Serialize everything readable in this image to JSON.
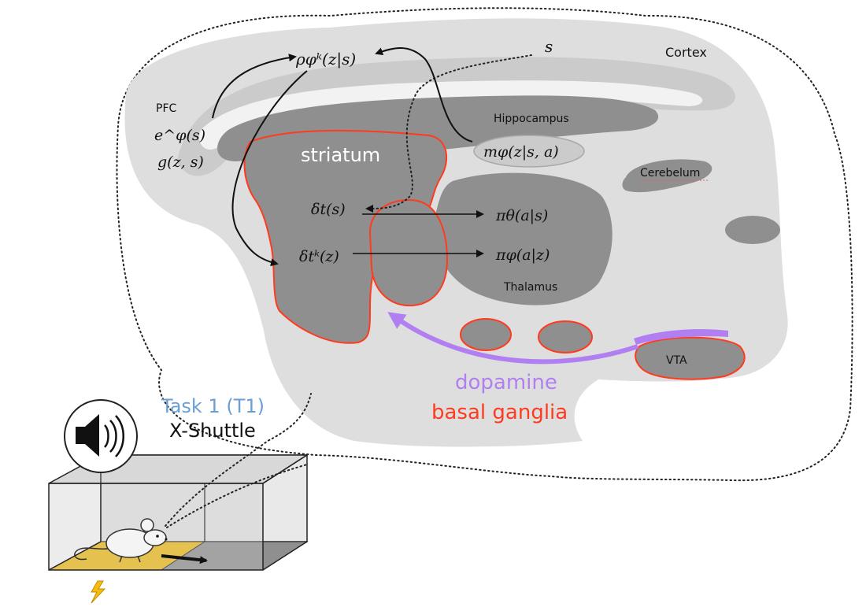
{
  "regions": {
    "cortex": "Cortex",
    "hippocampus": "Hippocampus",
    "cerebellum": "Cerebelum",
    "striatum": "striatum",
    "thalamus": "Thalamus",
    "vta": "VTA",
    "pfc": "PFC"
  },
  "formulas": {
    "rho": "ρφᵏ(z|s)",
    "s": "s",
    "e_phi": "e^φ(s)",
    "g": "g(z, s)",
    "m": "mφ(z|s, a)",
    "delta_s": "δt(s)",
    "delta_z": "δtᵏ(z)",
    "pi_theta": "πθ(a|s)",
    "pi_phi": "πφ(a|z)"
  },
  "labels": {
    "dopamine": "dopamine",
    "basal_ganglia": "basal ganglia",
    "task": "Task 1 (T1)",
    "task_name": "X-Shuttle"
  },
  "colors": {
    "brain_light": "#dedede",
    "cortex_band": "#cbcbcb",
    "gray_dark": "#8f8f8f",
    "basal_ganglia_outline": "#ff3b1f",
    "dopamine": "#b27ff2",
    "task_blue": "#6a9fd4",
    "shock_floor": "#f5be0f"
  },
  "icons": [
    "speaker-icon",
    "mouse-icon",
    "lightning-icon"
  ]
}
